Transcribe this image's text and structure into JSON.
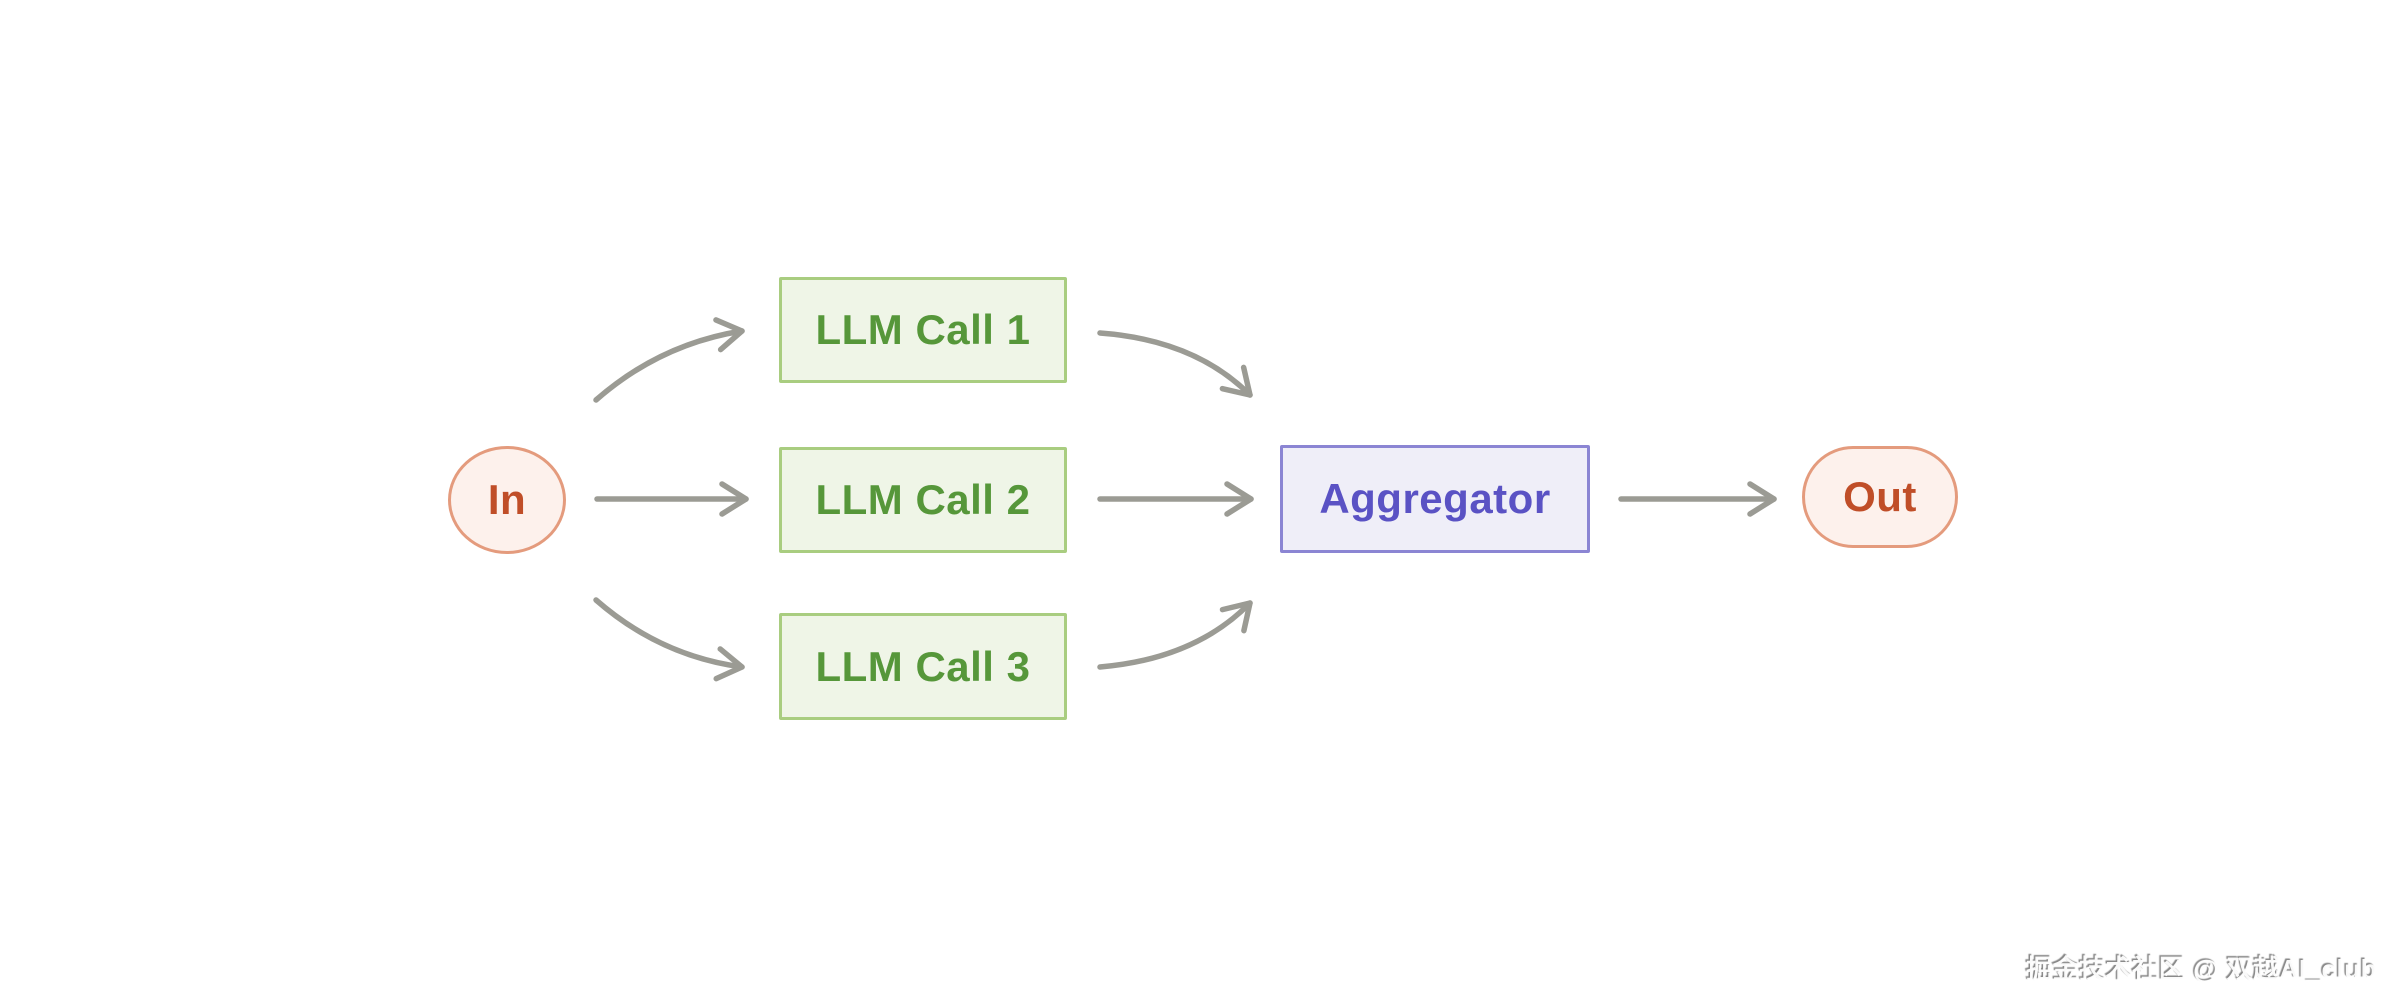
{
  "diagram": {
    "type": "flowchart",
    "pattern": "fan-out fan-in",
    "nodes": {
      "in": {
        "label": "In",
        "shape": "circle"
      },
      "llm_calls": [
        {
          "label": "LLM Call 1",
          "shape": "rect"
        },
        {
          "label": "LLM Call 2",
          "shape": "rect"
        },
        {
          "label": "LLM Call 3",
          "shape": "rect"
        }
      ],
      "aggregator": {
        "label": "Aggregator",
        "shape": "rect"
      },
      "out": {
        "label": "Out",
        "shape": "pill"
      }
    },
    "edges": [
      {
        "from": "In",
        "to": "LLM Call 1"
      },
      {
        "from": "In",
        "to": "LLM Call 2"
      },
      {
        "from": "In",
        "to": "LLM Call 3"
      },
      {
        "from": "LLM Call 1",
        "to": "Aggregator"
      },
      {
        "from": "LLM Call 2",
        "to": "Aggregator"
      },
      {
        "from": "LLM Call 3",
        "to": "Aggregator"
      },
      {
        "from": "Aggregator",
        "to": "Out"
      }
    ],
    "colors": {
      "background": "#ffffff",
      "green_fill": "#eff5e7",
      "green_border": "#a9cd80",
      "green_text": "#56973a",
      "purple_fill": "#efeef8",
      "purple_border": "#8b85d3",
      "purple_text": "#5a52c4",
      "pink_fill": "#fdf1ec",
      "pink_border": "#e49b7d",
      "pink_text": "#c04e28",
      "arrow": "#9b9b94"
    }
  },
  "watermark": {
    "text": "掘金技术社区 @ 双越AI_club"
  }
}
